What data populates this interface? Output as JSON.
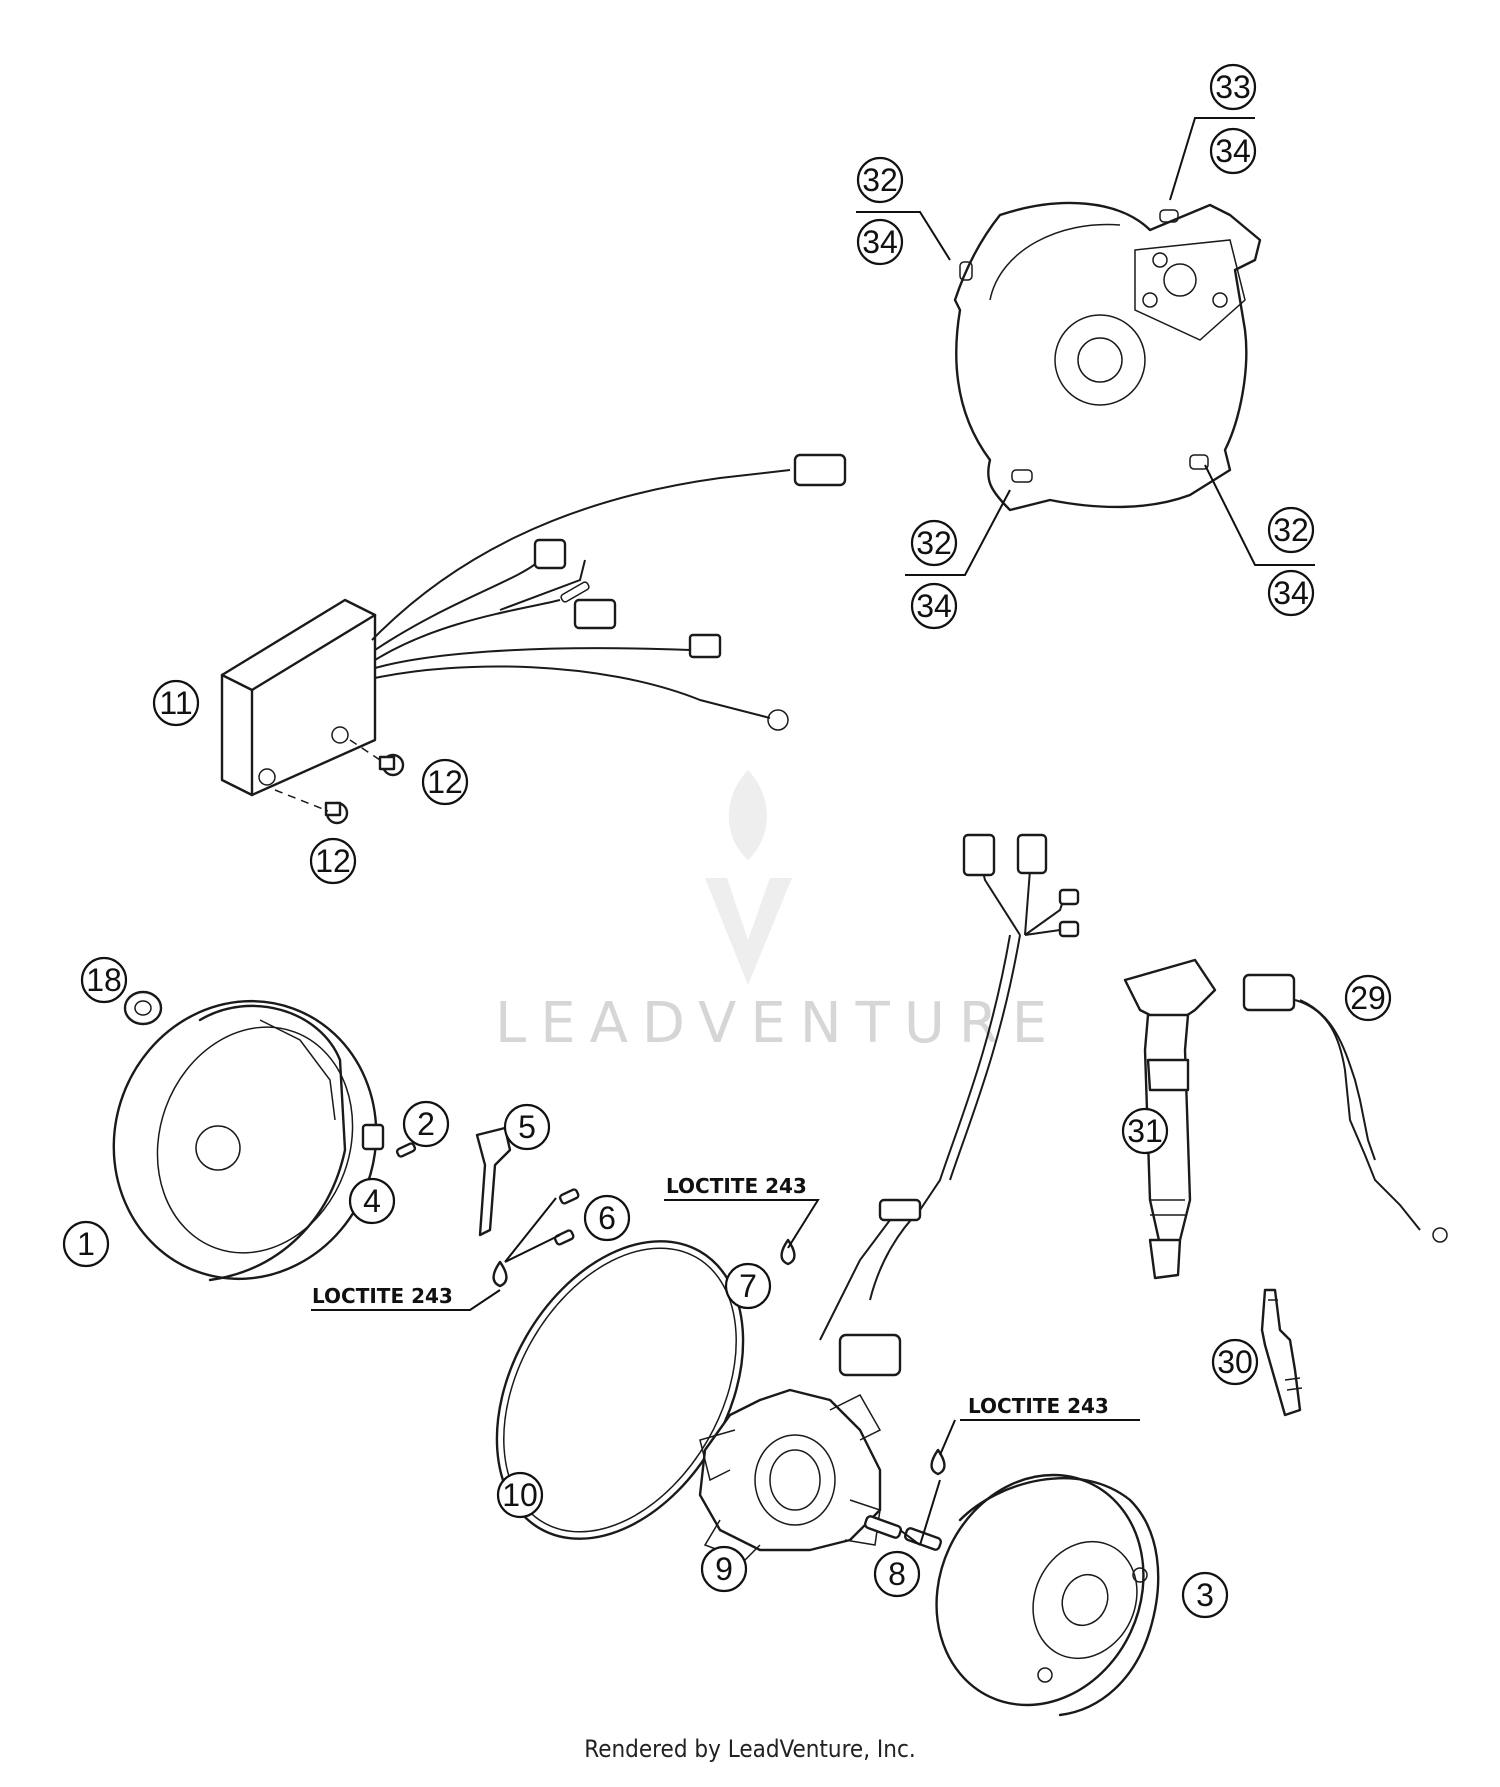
{
  "diagram": {
    "callouts": [
      "1",
      "2",
      "3",
      "4",
      "5",
      "6",
      "7",
      "8",
      "9",
      "10",
      "11",
      "12",
      "12",
      "18",
      "29",
      "30",
      "31",
      "32",
      "34",
      "33",
      "34",
      "32",
      "34",
      "32",
      "34"
    ],
    "notes": [
      "LOCTITE 243",
      "LOCTITE 243",
      "LOCTITE 243"
    ],
    "watermark": "LEADVENTURE",
    "footer": "Rendered by LeadVenture, Inc."
  }
}
